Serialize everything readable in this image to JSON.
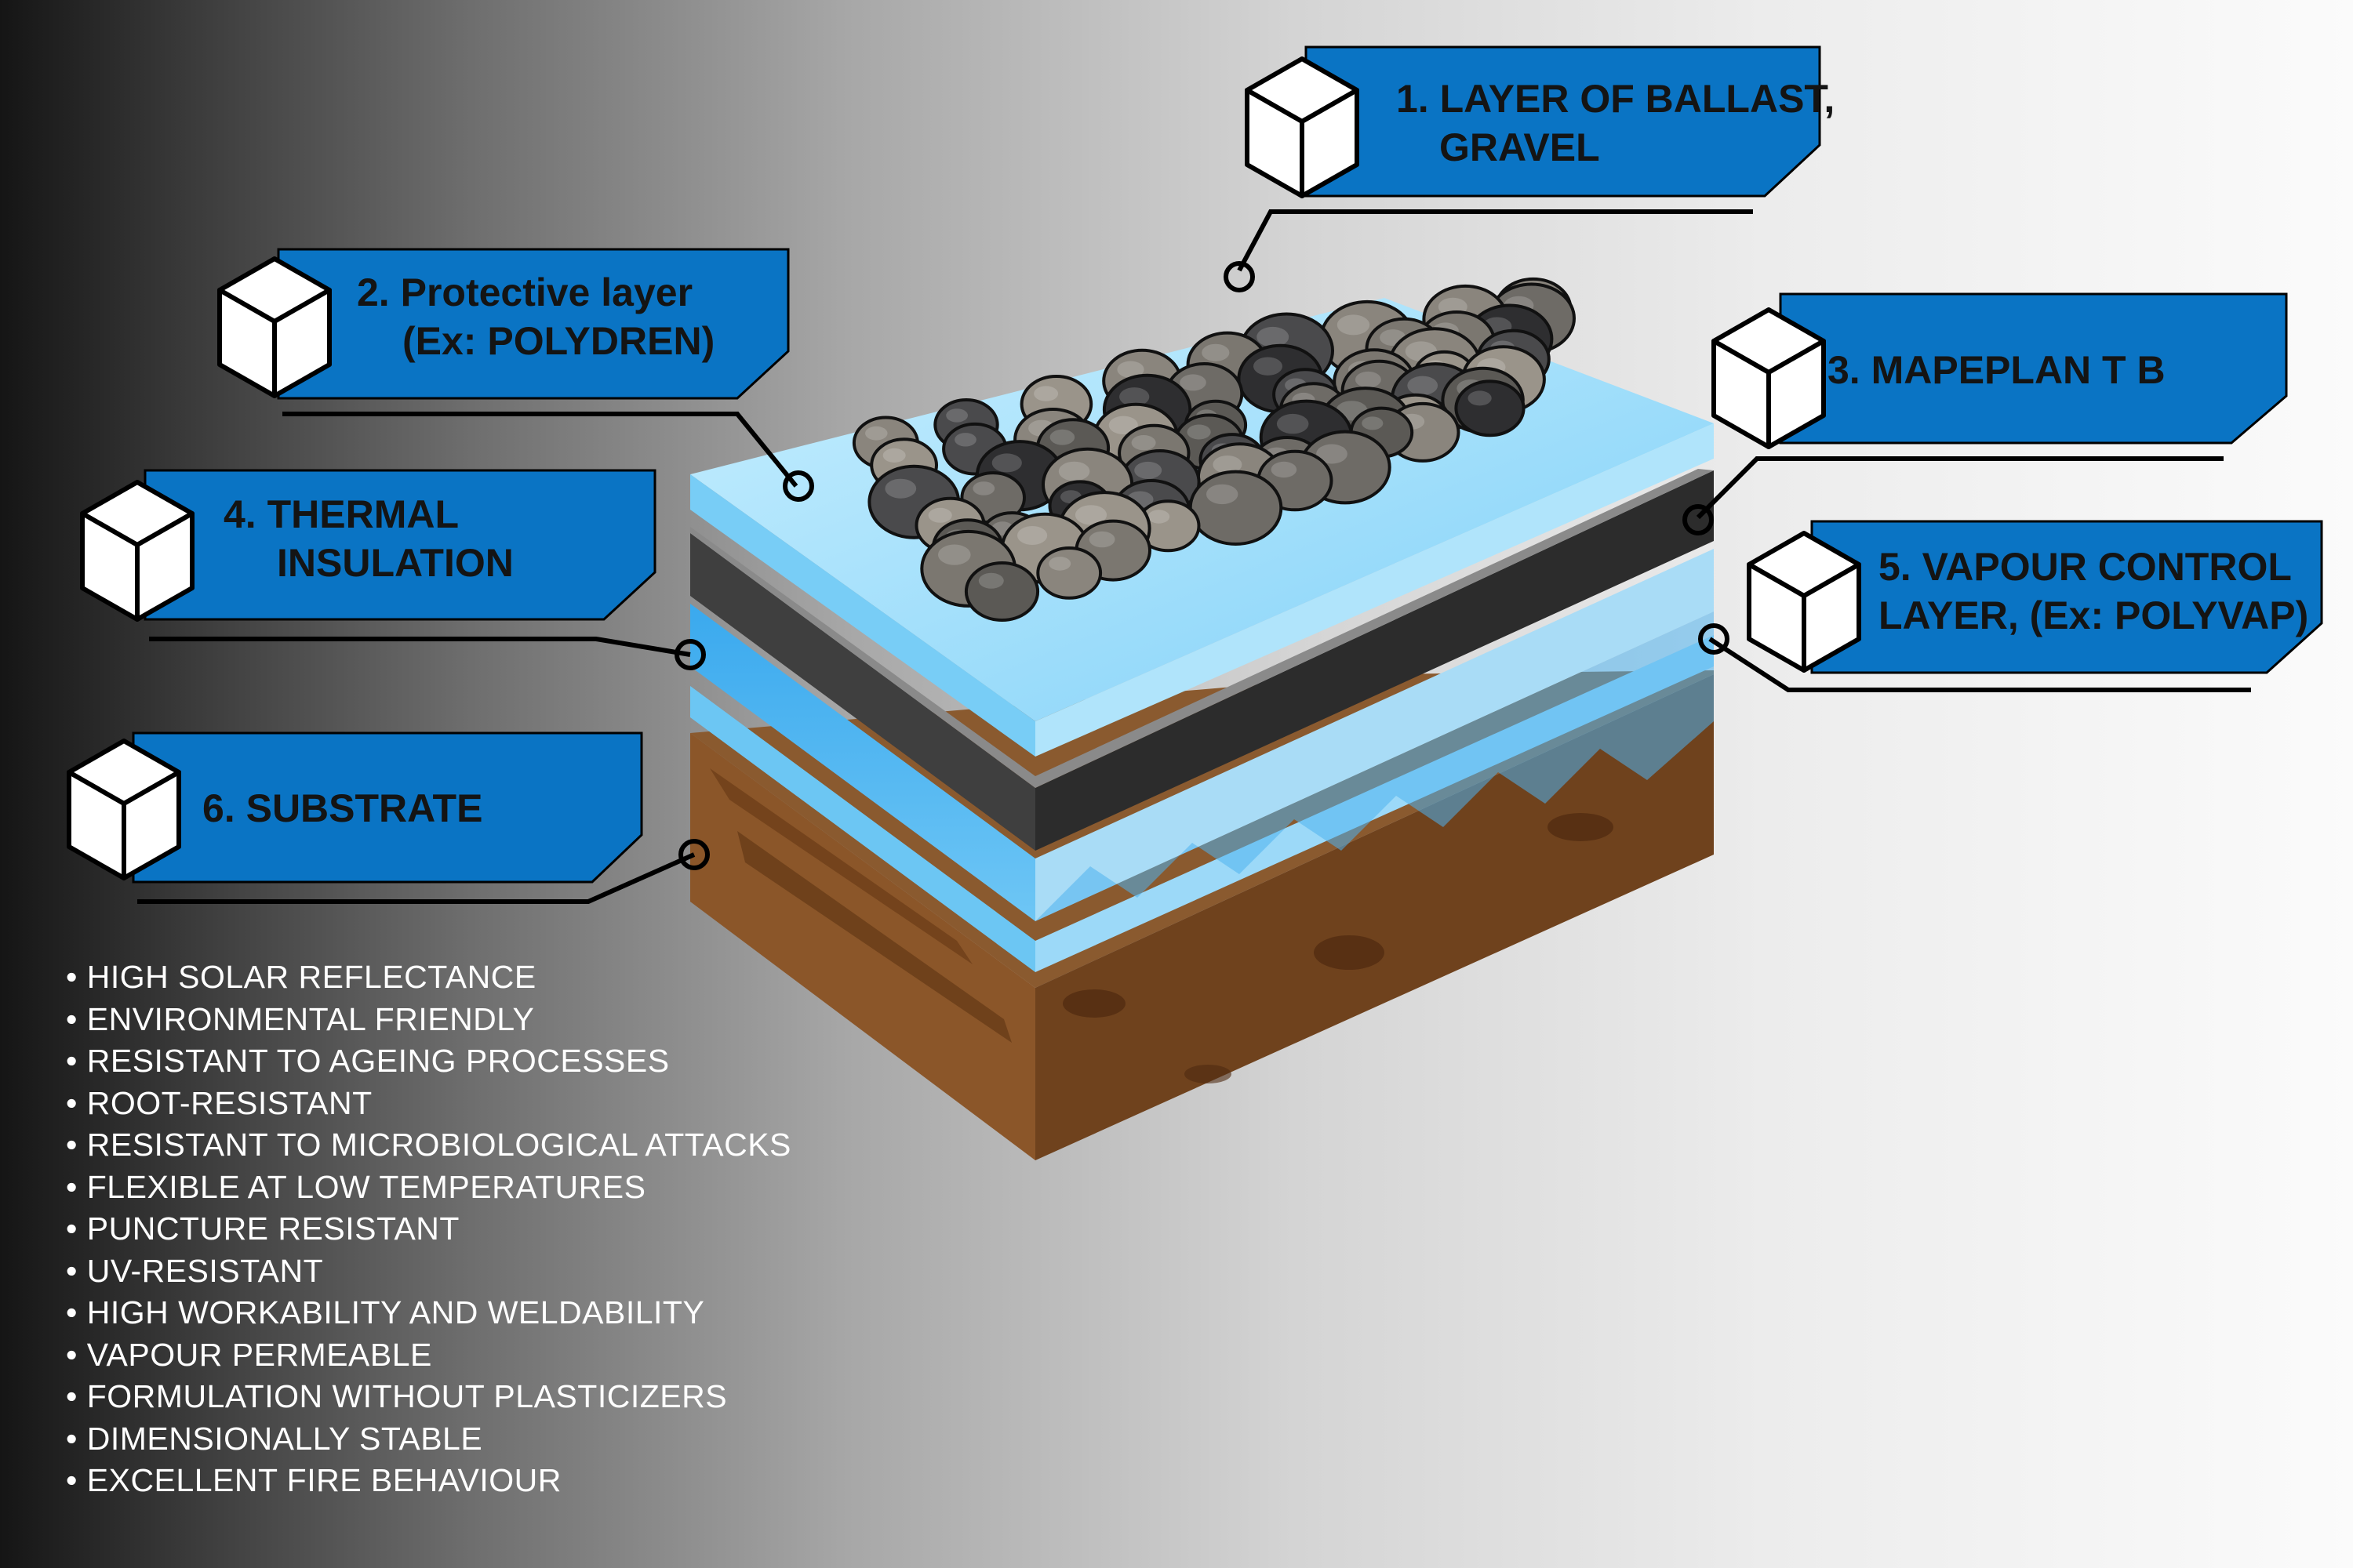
{
  "layers": [
    {
      "line1": "1. LAYER OF BALLAST,",
      "line2": "GRAVEL"
    },
    {
      "line1": "2. Protective layer",
      "line2": "(Ex: POLYDREN)"
    },
    {
      "line1": "3. MAPEPLAN T B",
      "line2": ""
    },
    {
      "line1": "4. THERMAL",
      "line2": "INSULATION"
    },
    {
      "line1": "5. VAPOUR CONTROL",
      "line2": "LAYER, (Ex: POLYVAP)"
    },
    {
      "line1": "6. SUBSTRATE",
      "line2": ""
    }
  ],
  "features": [
    "HIGH SOLAR REFLECTANCE",
    "ENVIRONMENTAL FRIENDLY",
    "RESISTANT TO AGEING PROCESSES",
    "ROOT-RESISTANT",
    "RESISTANT TO MICROBIOLOGICAL ATTACKS",
    "FLEXIBLE AT LOW TEMPERATURES",
    "PUNCTURE RESISTANT",
    "UV-RESISTANT",
    "HIGH WORKABILITY AND WELDABILITY",
    "VAPOUR PERMEABLE",
    "FORMULATION WITHOUT PLASTICIZERS",
    "DIMENSIONALLY STABLE",
    "EXCELLENT FIRE BEHAVIOUR"
  ],
  "colors": {
    "label_box": "#0a74c4",
    "gravel_layer": "#9fdcf8",
    "membrane": "#3a3a3a",
    "insulation": "#56b9f0",
    "substrate": "#7a4a22"
  }
}
